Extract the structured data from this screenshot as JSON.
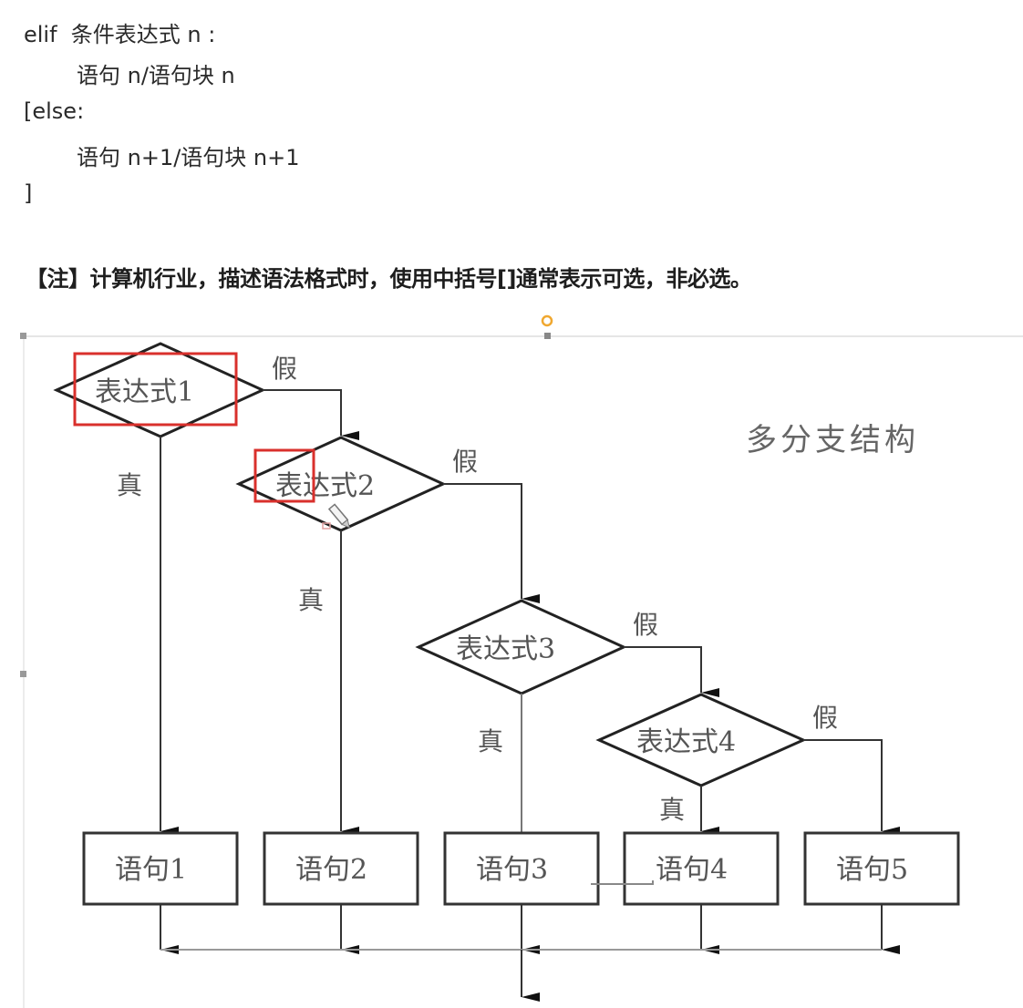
{
  "syntax": {
    "lines": [
      {
        "text": "elif  条件表达式 n :",
        "indent": 0
      },
      {
        "text": "语句 n/语句块 n",
        "indent": 1
      },
      {
        "text": "[else:",
        "indent": 0
      },
      {
        "text": "语句 n+1/语句块 n+1",
        "indent": 1
      },
      {
        "text": "]",
        "indent": 0
      }
    ]
  },
  "note": {
    "text": "【注】计算机行业，描述语法格式时，使用中括号[]通常表示可选，非必选。"
  },
  "diagram": {
    "title": "多分支结构",
    "decisions": [
      {
        "label": "表达式1",
        "highlighted": true
      },
      {
        "label": "表达式2",
        "highlighted": true
      },
      {
        "label": "表达式3",
        "highlighted": false
      },
      {
        "label": "表达式4",
        "highlighted": false
      }
    ],
    "statements": [
      {
        "label": "语句1"
      },
      {
        "label": "语句2"
      },
      {
        "label": "语句3"
      },
      {
        "label": "语句4"
      },
      {
        "label": "语句5"
      }
    ],
    "branch_labels": {
      "true_label": "真",
      "false_label": "假"
    },
    "colors": {
      "highlight": "#d9302c",
      "stroke": "#333333",
      "rotate_handle": "#f0a830"
    }
  }
}
